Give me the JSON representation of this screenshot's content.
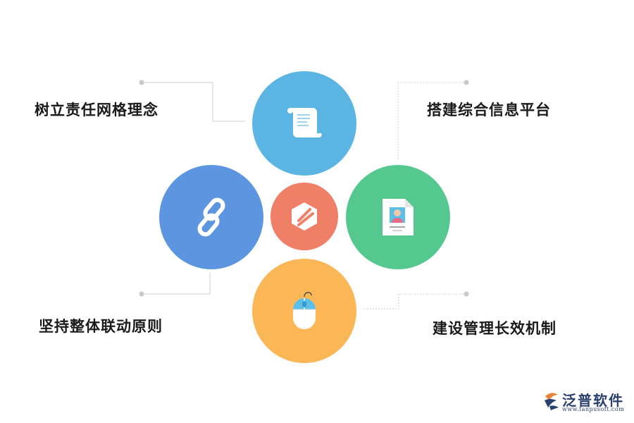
{
  "nodes": [
    {
      "key": "top",
      "label": "树立责任网格理念",
      "color": "#5bb5e3",
      "icon": "scroll-icon"
    },
    {
      "key": "left",
      "label": "坚持整体联动原则",
      "color": "#5c95e0",
      "icon": "chain-link-icon"
    },
    {
      "key": "right",
      "label": "搭建综合信息平台",
      "color": "#55c890",
      "icon": "id-card-icon"
    },
    {
      "key": "bottom",
      "label": "建设管理长效机制",
      "color": "#fbb655",
      "icon": "mouse-icon"
    }
  ],
  "center": {
    "color": "#ef7f66",
    "icon": "hexagon-logo-icon"
  },
  "connector_color": "#cccccc",
  "watermark": {
    "name": "泛普软件",
    "url": "www.fanpusoft.com",
    "color": "#2b3f6c"
  }
}
